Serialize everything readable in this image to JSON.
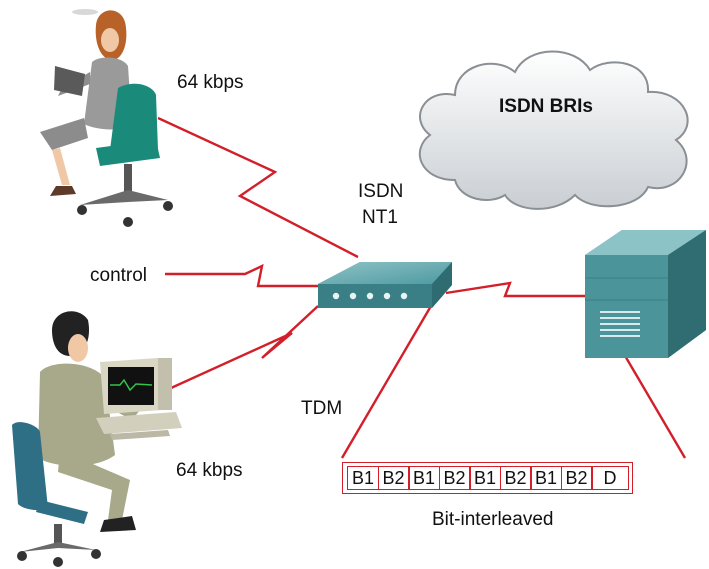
{
  "labels": {
    "top_rate": "64 kbps",
    "bottom_rate": "64 kbps",
    "control": "control",
    "nt1_line1": "ISDN",
    "nt1_line2": "NT1",
    "tdm": "TDM",
    "cloud": "ISDN BRIs",
    "interleave": "Bit-interleaved"
  },
  "frame_cells": [
    "B1",
    "B2",
    "B1",
    "B2",
    "B1",
    "B2",
    "B1",
    "B2",
    "D"
  ],
  "colors": {
    "link": "#d21f2a",
    "device": "#3e8a92",
    "cloud_fill": "#eef0f2"
  }
}
